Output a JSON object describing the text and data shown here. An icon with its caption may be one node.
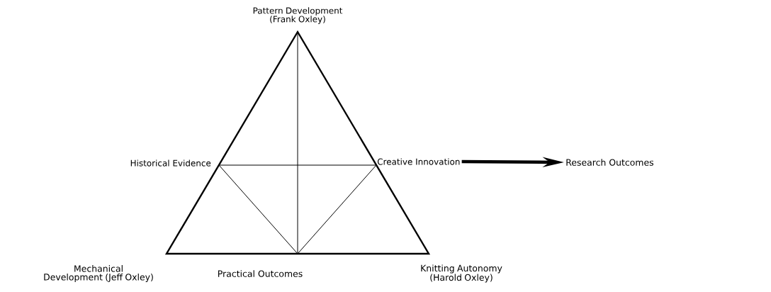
{
  "diagram": {
    "nodes": [
      {
        "text": [
          "Creative Innovation"
        ]
      },
      {
        "text": [
          "Research Outcomes"
        ]
      }
    ],
    "edges": [
      {
        "from": 0,
        "to": 1,
        "arrow": "to"
      }
    ],
    "labels": [
      "Pattern Development (Frank Oxley)",
      "Historical Evidence",
      "Mechanical Development (Jeff Oxley)",
      "Practical Outcomes",
      "Knitting Autonomy (Harold Oxley)"
    ]
  }
}
